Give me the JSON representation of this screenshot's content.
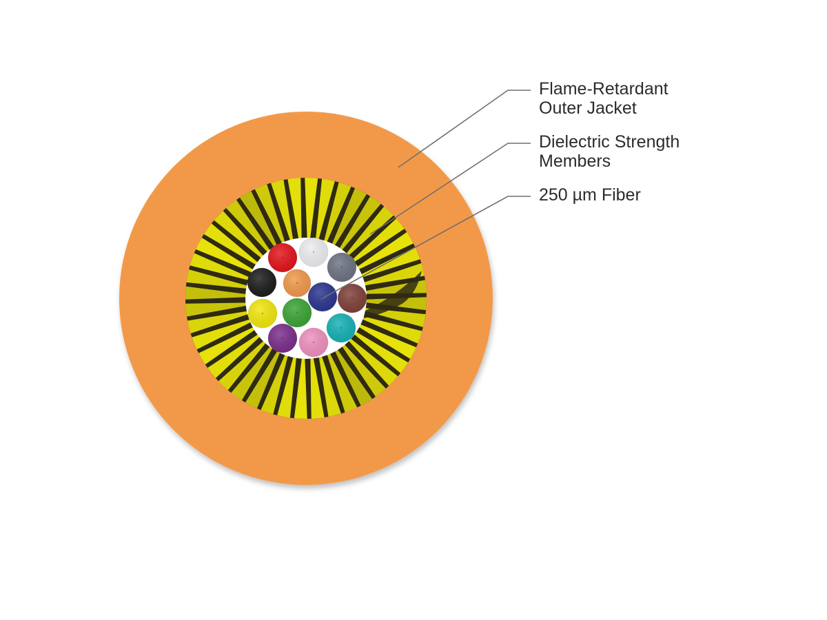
{
  "diagram": {
    "labels": [
      {
        "id": "jacket",
        "lines": [
          "Flame-Retardant",
          "Outer Jacket"
        ]
      },
      {
        "id": "strength",
        "lines": [
          "Dielectric Strength",
          "Members"
        ]
      },
      {
        "id": "fiber",
        "lines": [
          "250 µm Fiber"
        ]
      }
    ],
    "colors": {
      "jacket": "#f2994a",
      "strength_light": "#e6e20a",
      "strength_dark": "#2f2a12",
      "core": "#ffffff",
      "leader": "#6f6f6f"
    },
    "fibers": [
      {
        "name": "red-fiber",
        "color": "#e3141b"
      },
      {
        "name": "white-fiber",
        "color": "#eeeef2"
      },
      {
        "name": "slate-fiber",
        "color": "#6e7384"
      },
      {
        "name": "black-fiber",
        "color": "#1c1c1c"
      },
      {
        "name": "orange-fiber",
        "color": "#f2994a"
      },
      {
        "name": "blue-fiber",
        "color": "#2b3590"
      },
      {
        "name": "brown-fiber",
        "color": "#7f4138"
      },
      {
        "name": "yellow-fiber",
        "color": "#f2e80c"
      },
      {
        "name": "green-fiber",
        "color": "#3aa535"
      },
      {
        "name": "aqua-fiber",
        "color": "#16b1b6"
      },
      {
        "name": "violet-fiber",
        "color": "#7b2e8c"
      },
      {
        "name": "rose-fiber",
        "color": "#f090c0"
      }
    ]
  }
}
